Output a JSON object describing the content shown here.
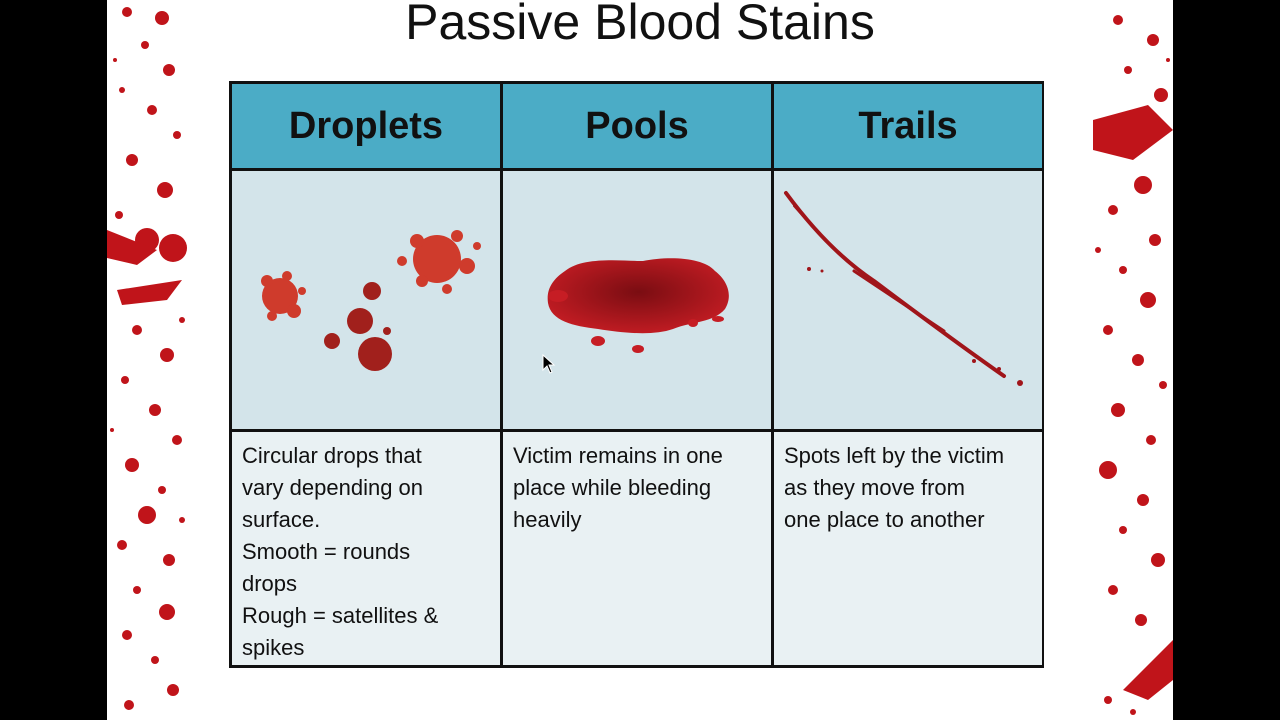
{
  "slide": {
    "title": "Passive Blood Stains"
  },
  "table": {
    "columns": [
      {
        "header": "Droplets",
        "image_icon": "blood-droplets-image",
        "description_lines": [
          "Circular drops that",
          "vary depending on",
          "surface.",
          "Smooth = rounds",
          "drops",
          "Rough = satellites &",
          "spikes"
        ]
      },
      {
        "header": "Pools",
        "image_icon": "blood-pool-image",
        "description_lines": [
          "Victim remains in one",
          "place while bleeding",
          "heavily"
        ]
      },
      {
        "header": "Trails",
        "image_icon": "blood-trail-image",
        "description_lines": [
          "Spots left by the victim",
          "as they move from",
          "one place to another"
        ]
      }
    ]
  },
  "colors": {
    "header_bg": "#4bacc6",
    "image_bg": "#d3e4ea",
    "text_bg": "#e9f1f3",
    "blood": "#b3161b"
  }
}
